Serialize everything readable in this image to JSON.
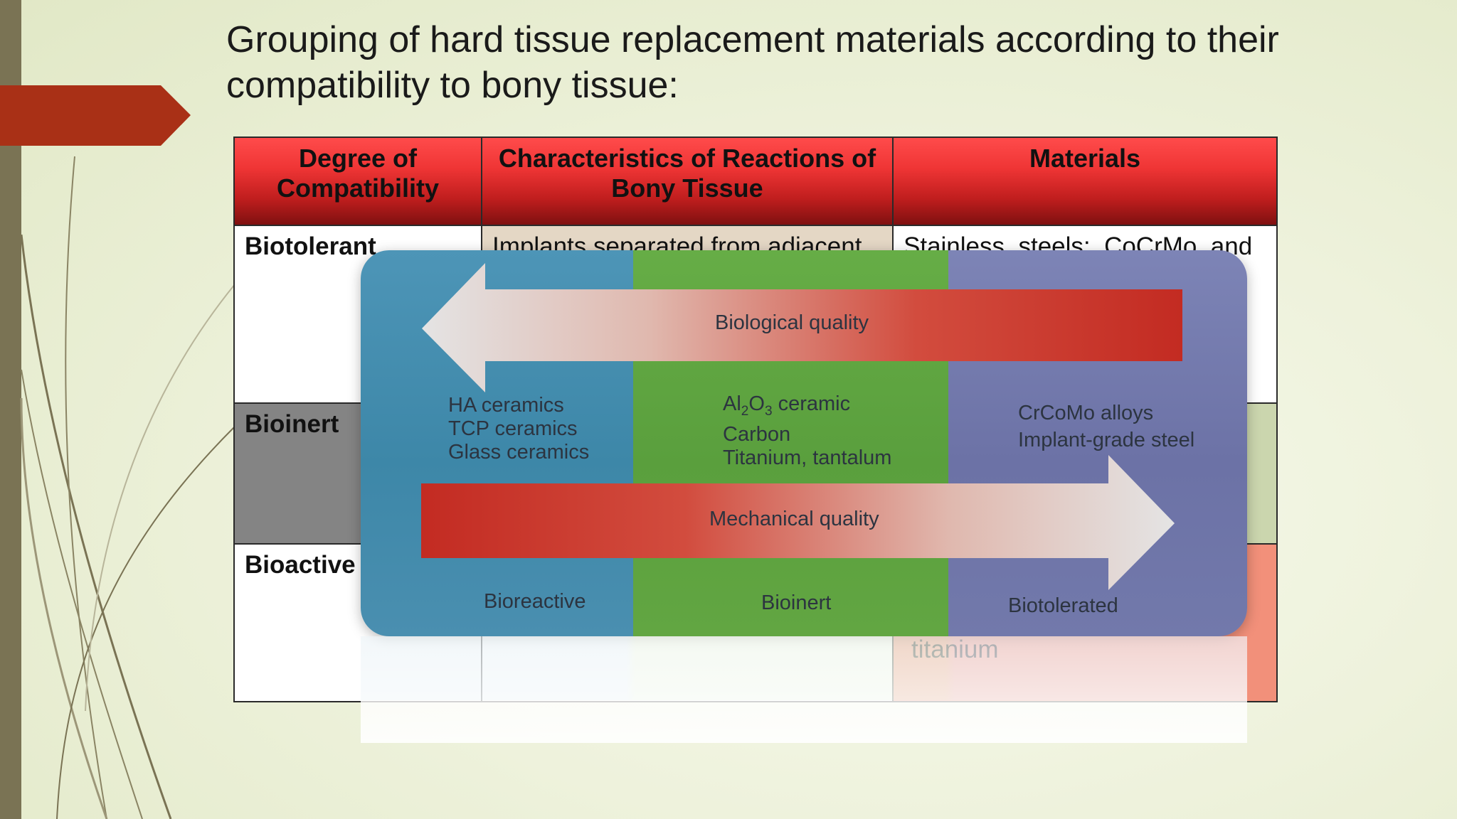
{
  "slide": {
    "title_line1": "Grouping of hard tissue replacement materials according to their",
    "title_line2": "compatibility to bony tissue:",
    "accent_color": "#a93016"
  },
  "table": {
    "headers": [
      "Degree of Compatibility",
      "Characteristics of Reactions of Bony Tissue",
      "Materials"
    ],
    "rows": [
      {
        "degree": "Biotolerant",
        "characteristics": "Implants separated from adjacent",
        "materials": "Stainless  steels;  CoCrMo  and"
      },
      {
        "degree": "Bioinert",
        "characteristics": "",
        "materials": ""
      },
      {
        "degree": "Bioactive",
        "characteristics": "",
        "materials": "titanium"
      }
    ],
    "header_color": "#e53030"
  },
  "overlay_figure": {
    "top_arrow_label": "Biological quality",
    "bottom_arrow_label": "Mechanical quality",
    "columns": [
      {
        "color": "#4d95b7",
        "materials": [
          "HA ceramics",
          "TCP ceramics",
          "Glass ceramics"
        ],
        "label": "Bioreactive"
      },
      {
        "color": "#66ad46",
        "materials_al2o3": {
          "base1": "Al",
          "sub1": "2",
          "base2": "O",
          "sub2": "3",
          "suffix": " ceramic"
        },
        "materials": [
          "Carbon",
          "Titanium, tantalum"
        ],
        "label": "Bioinert"
      },
      {
        "color": "#7d84b6",
        "materials": [
          "CrCoMo alloys",
          "Implant-grade steel"
        ],
        "label": "Biotolerated"
      }
    ]
  }
}
